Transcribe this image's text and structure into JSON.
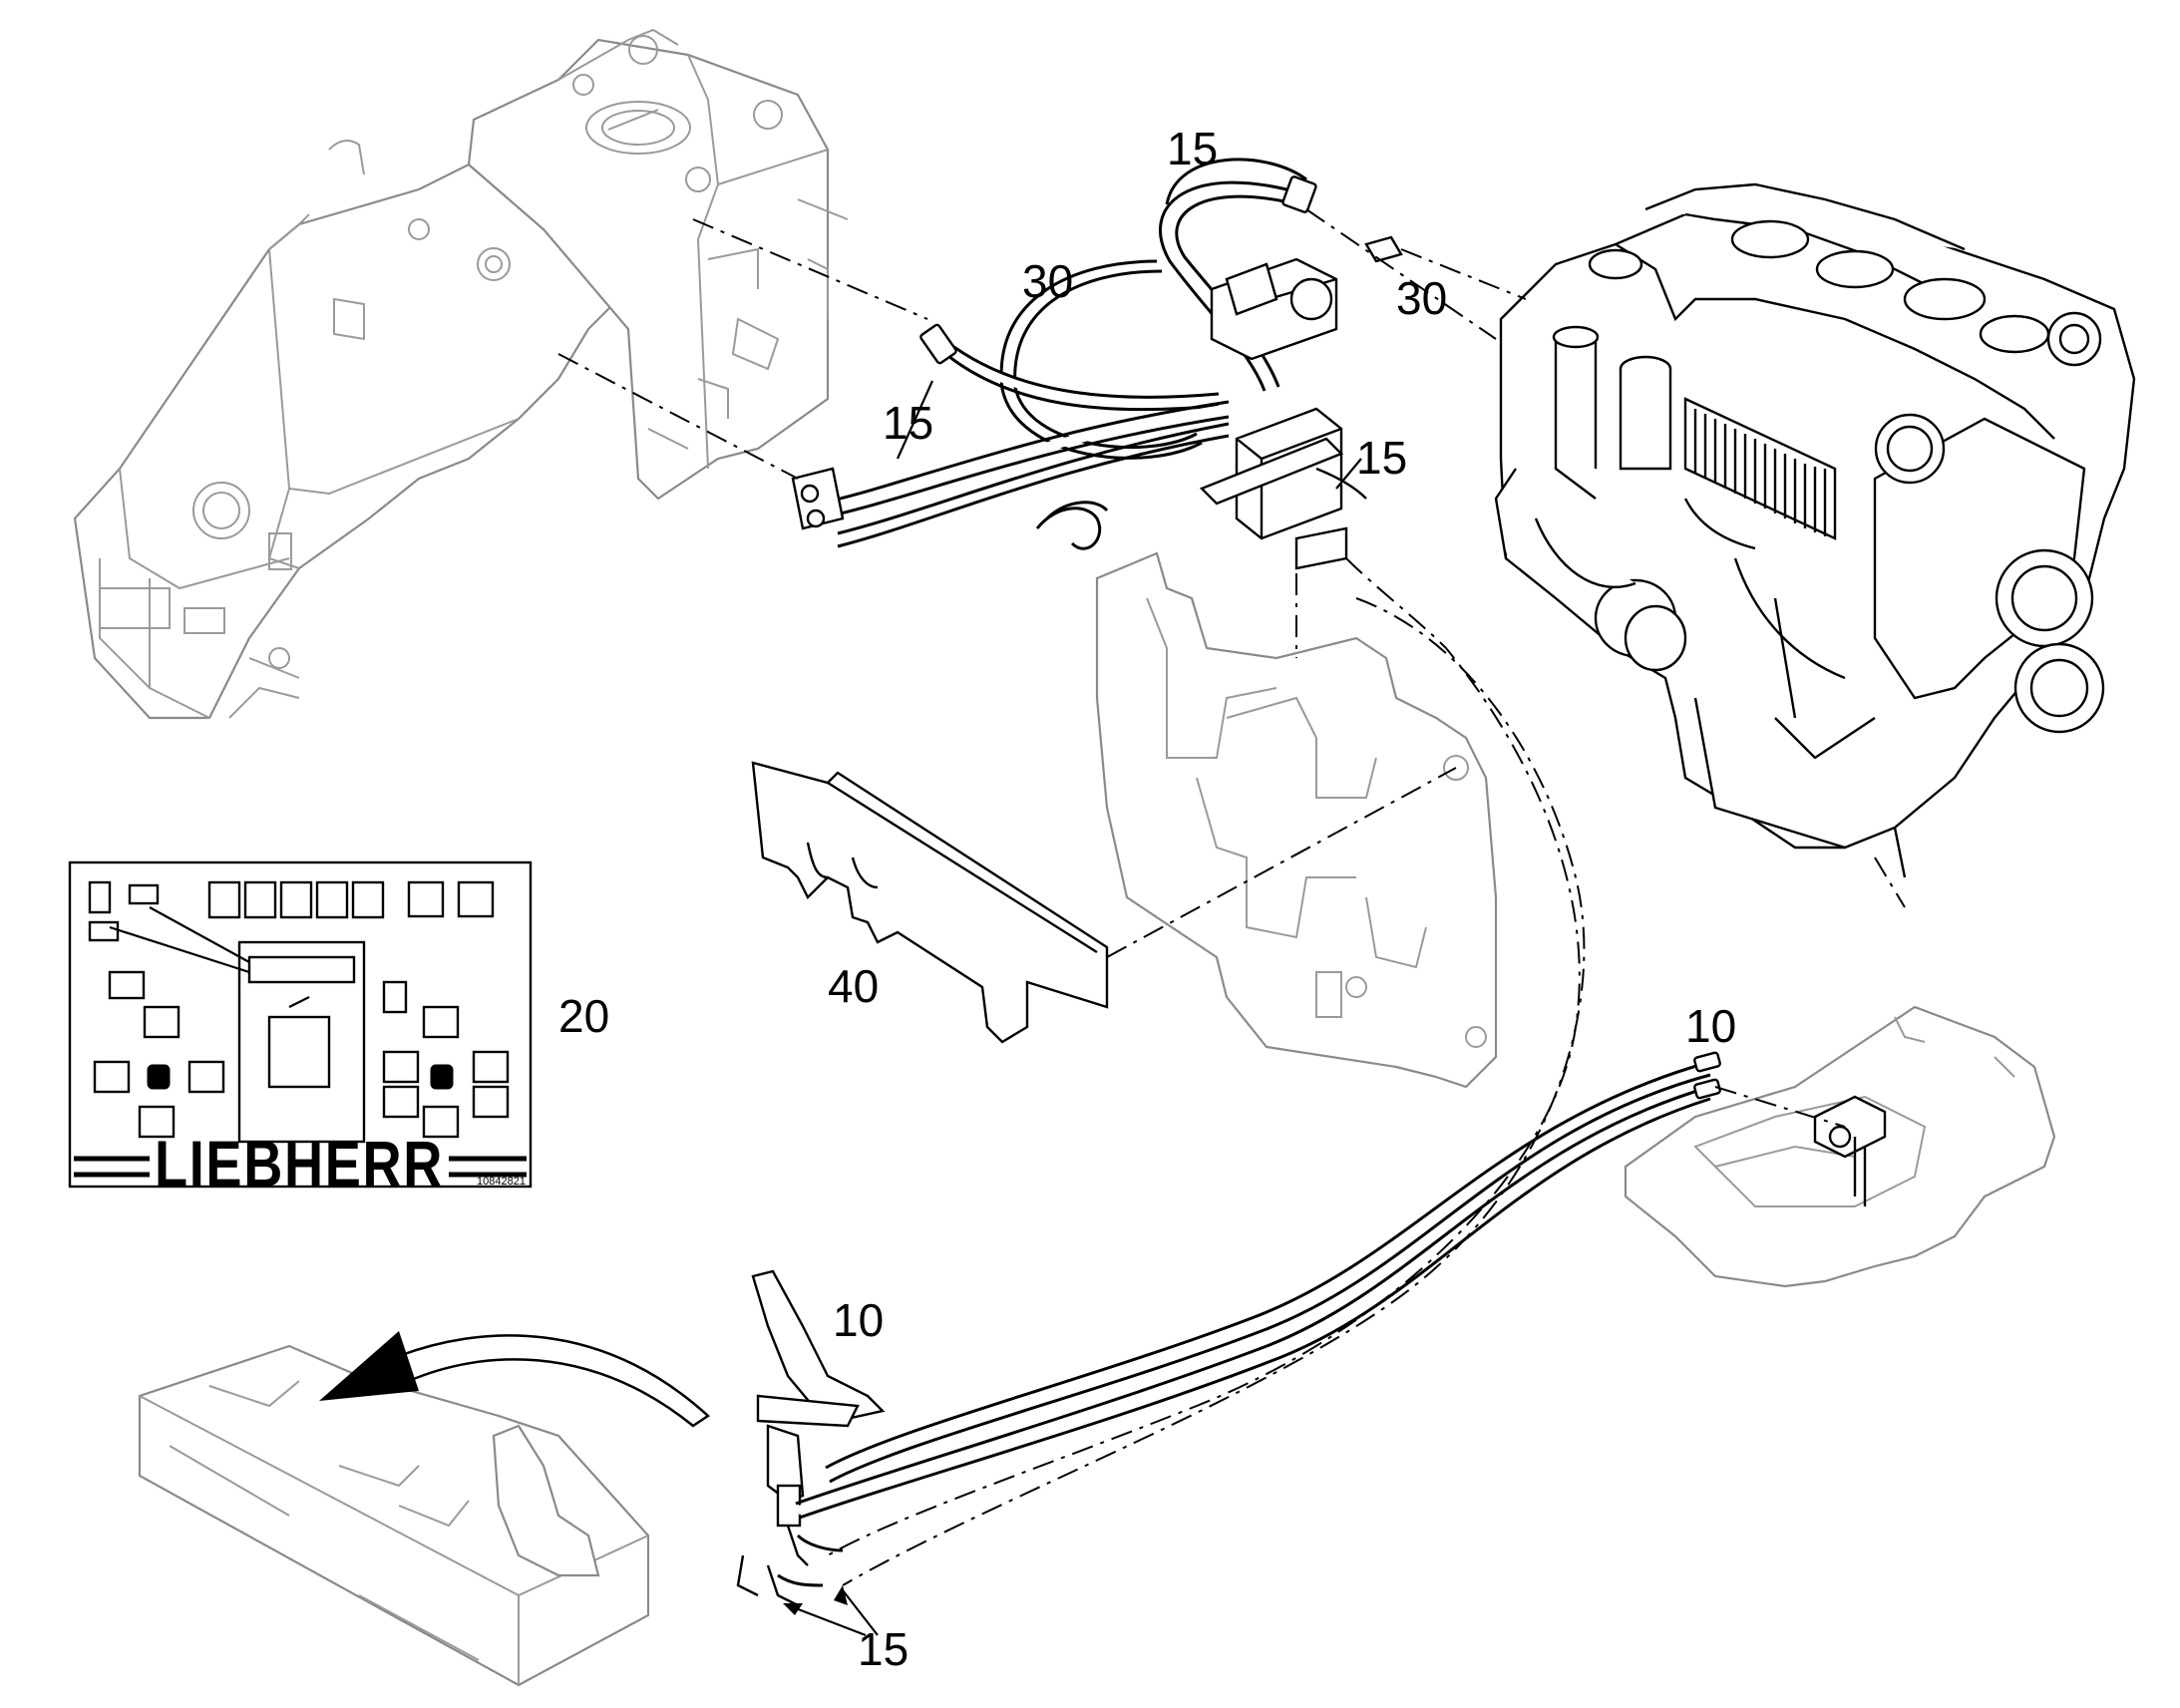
{
  "diagram": {
    "callouts": [
      "15",
      "30",
      "30",
      "15",
      "15",
      "40",
      "20",
      "10",
      "10",
      "15"
    ],
    "decal": {
      "brand": "LIEBHERR",
      "code": "10842821"
    }
  }
}
